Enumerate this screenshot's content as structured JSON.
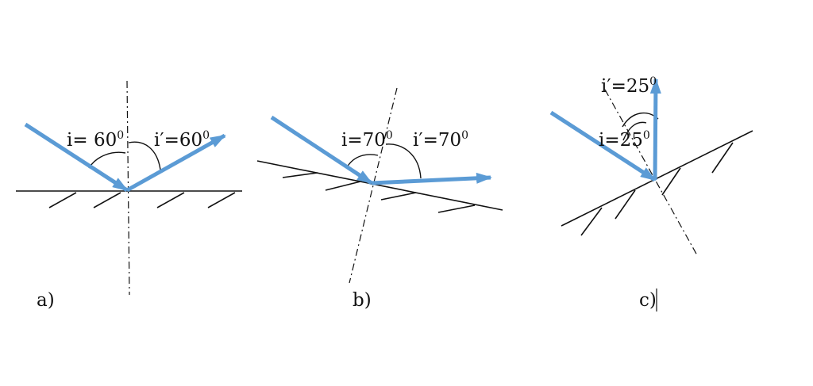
{
  "panels": [
    {
      "id": "a",
      "label": "a)",
      "angle_i": "i= 60",
      "angle_r": "i′=60",
      "sup": "0"
    },
    {
      "id": "b",
      "label": "b)",
      "angle_i": "i=70",
      "angle_r": "i′=70",
      "sup": "0"
    },
    {
      "id": "c",
      "label": "c)",
      "angle_i": "i=25",
      "angle_r": "i′=25",
      "sup": "0"
    }
  ],
  "colors": {
    "ray": "#5b9bd5",
    "ink": "#111111"
  }
}
